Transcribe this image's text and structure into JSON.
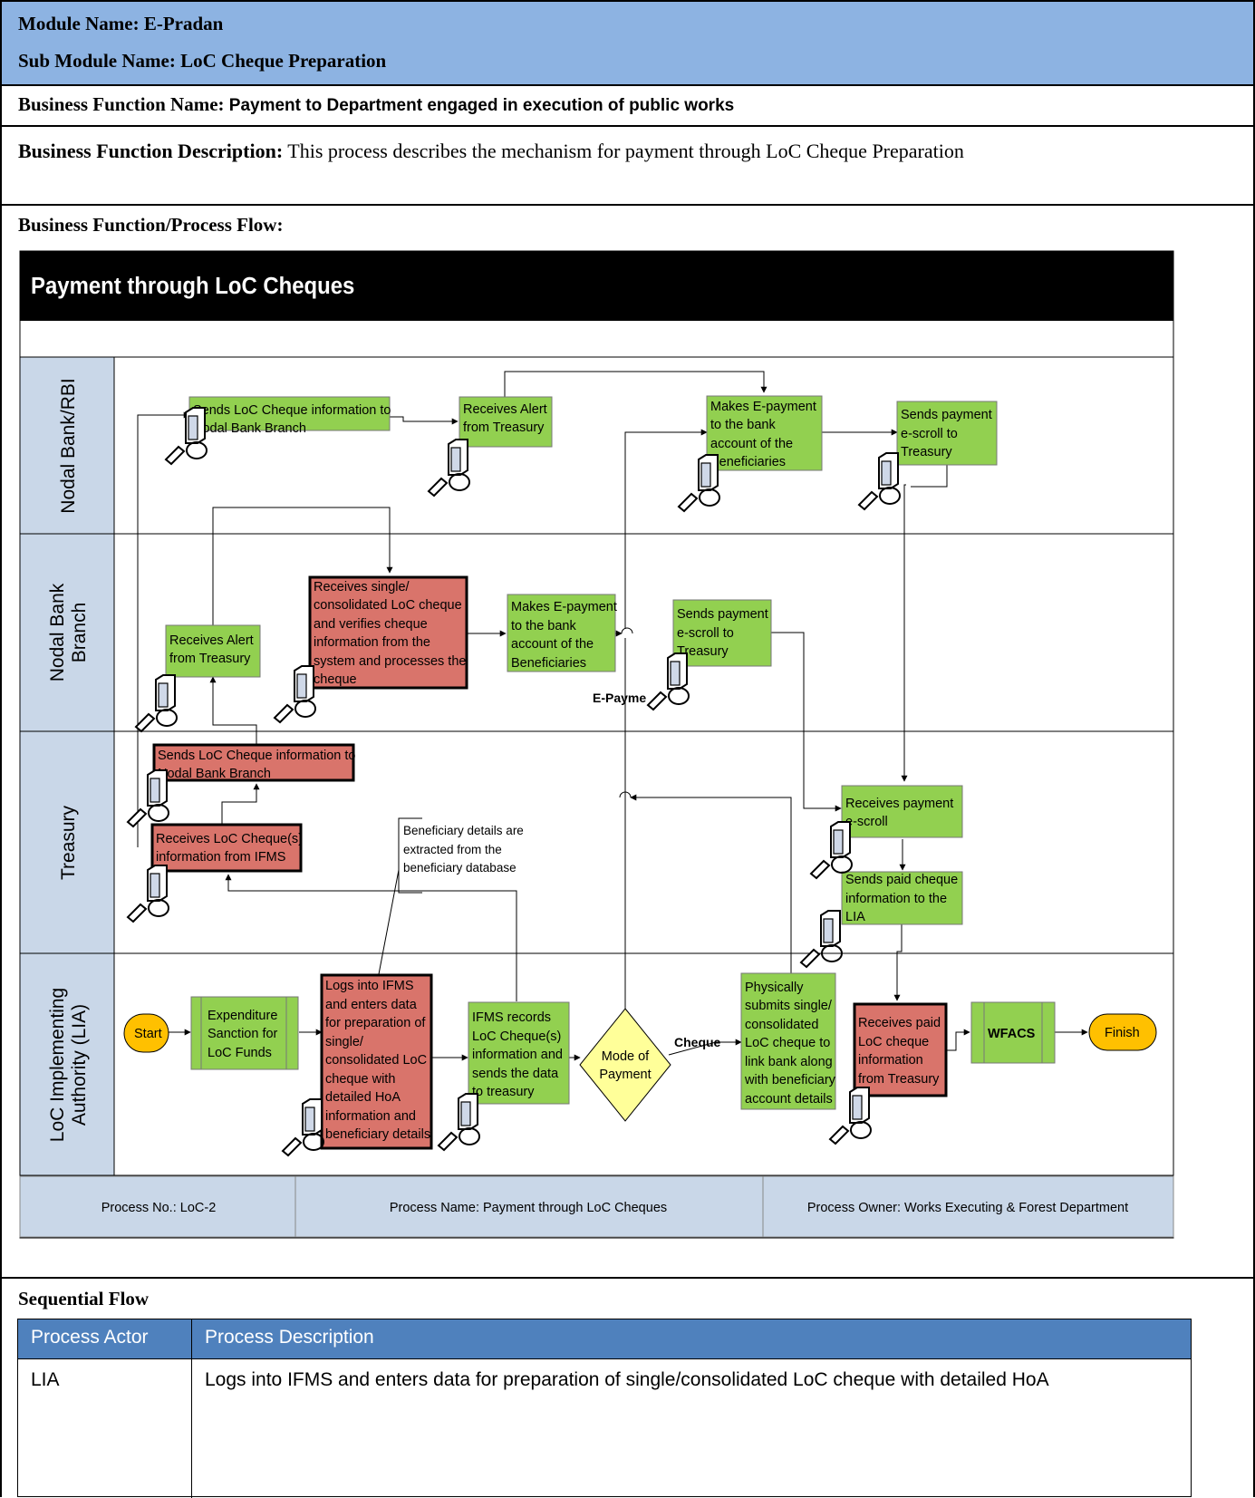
{
  "header": {
    "module_label": "Module Name:",
    "module_value": "E-Pradan",
    "submodule_label": "Sub Module Name:",
    "submodule_value": "LoC Cheque Preparation",
    "bf_name_label": "Business Function Name:",
    "bf_name_value": "Payment to Department engaged in execution of public works",
    "bf_desc_label": "Business Function Description:",
    "bf_desc_value": "This process describes the mechanism for payment through LoC Cheque Preparation",
    "flow_label": "Business Function/Process Flow:"
  },
  "diagram": {
    "title": "Payment through LoC Cheques",
    "lanes": {
      "nodal_rbi": "Nodal Bank/RBI",
      "nodal_branch": [
        "Nodal Bank",
        "Branch"
      ],
      "treasury": "Treasury",
      "lia": [
        "LoC Implementing",
        "Authority (LIA)"
      ]
    },
    "boxes": {
      "rbi_sends": [
        "Sends LoC Cheque information  to",
        "Nodal Bank Branch"
      ],
      "rbi_receives": [
        "Receives Alert",
        "from Treasury"
      ],
      "rbi_makes": [
        "Makes E-payment",
        "to the bank",
        "account of the",
        "Beneficiaries"
      ],
      "rbi_scroll": [
        "Sends payment",
        "e-scroll to",
        "Treasury"
      ],
      "nb_alert": [
        "Receives Alert",
        "from Treasury"
      ],
      "nb_receives": [
        "Receives single/",
        "consolidated LoC cheque",
        "and verifies cheque",
        "information from the",
        "system and processes the",
        "cheque"
      ],
      "nb_makes": [
        "Makes E-payment",
        "to the bank",
        "account of the",
        "Beneficiaries"
      ],
      "nb_scroll": [
        "Sends payment",
        "e-scroll to",
        "Treasury"
      ],
      "tr_sends": [
        "Sends LoC Cheque information  to",
        "Nodal Bank Branch"
      ],
      "tr_receives": [
        "Receives LoC Cheque(s)",
        "information from IFMS"
      ],
      "tr_note": [
        "Beneficiary details are",
        "extracted from the",
        "beneficiary database"
      ],
      "tr_escroll": [
        "Receives payment",
        "e-scroll"
      ],
      "tr_paid": [
        "Sends paid cheque",
        "information to the",
        "LIA"
      ],
      "start": "Start",
      "expenditure": [
        "Expenditure",
        "Sanction for",
        "LoC Funds"
      ],
      "logs": [
        "Logs into IFMS",
        "and enters data",
        "for preparation of",
        "single/",
        "consolidated LoC",
        "cheque with",
        "detailed HoA",
        "information and",
        "beneficiary details"
      ],
      "ifms": [
        "IFMS records",
        "LoC Cheque(s)",
        "information and",
        "sends the data",
        "to treasury"
      ],
      "mode": [
        "Mode of",
        "Payment"
      ],
      "cheque": "Cheque",
      "epayment": "E-Payme",
      "physically": [
        "Physically",
        "submits single/",
        "consolidated",
        "LoC cheque to",
        "link bank along",
        "with beneficiary",
        "account details"
      ],
      "receives_paid": [
        "Receives paid",
        "LoC cheque",
        "information",
        "from Treasury"
      ],
      "wfacs": "WFACS",
      "finish": "Finish"
    },
    "footer": {
      "process_no": "Process No.: LoC-2",
      "process_name": "Process Name: Payment through LoC Cheques",
      "process_owner": "Process Owner: Works Executing & Forest Department"
    },
    "colors": {
      "green": "#92d050",
      "red": "#d9746b",
      "yellow": "#ffff99",
      "orange": "#ffc000",
      "lane": "#c9d7e8",
      "title_bg": "#000000"
    }
  },
  "sequential": {
    "title": "Sequential Flow",
    "columns": [
      "Process Actor",
      "Process Description"
    ],
    "rows": [
      [
        "LIA",
        "Logs into IFMS and enters data for preparation of single/consolidated LoC cheque with detailed HoA"
      ]
    ]
  }
}
